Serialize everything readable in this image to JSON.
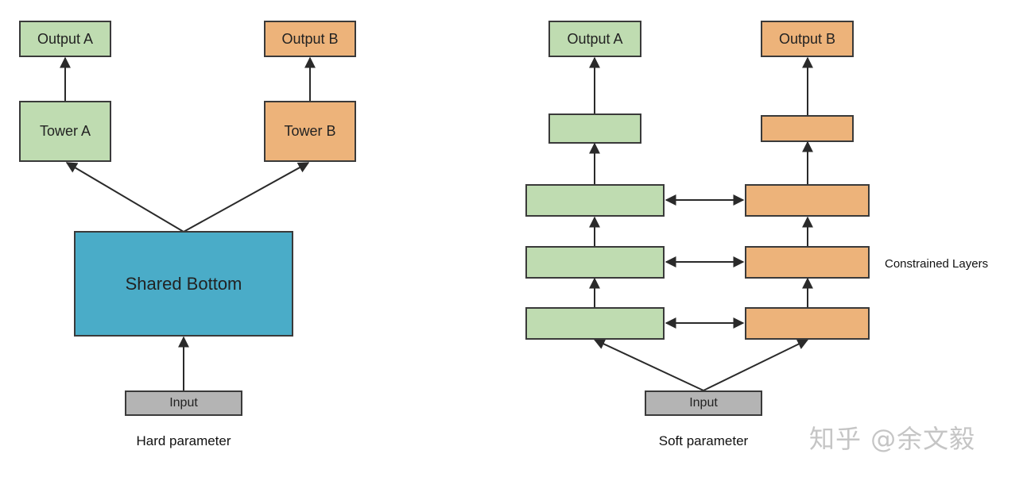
{
  "hard": {
    "output_a": "Output A",
    "output_b": "Output B",
    "tower_a": "Tower A",
    "tower_b": "Tower B",
    "shared": "Shared Bottom",
    "input": "Input",
    "caption": "Hard parameter"
  },
  "soft": {
    "output_a": "Output A",
    "output_b": "Output B",
    "input": "Input",
    "caption": "Soft parameter",
    "side_label": "Constrained Layers"
  },
  "watermark": {
    "text": "知乎 @余文毅"
  },
  "colors": {
    "green": "#bfdcb1",
    "orange": "#edb37a",
    "blue": "#4aacc8",
    "gray": "#b4b4b4"
  }
}
